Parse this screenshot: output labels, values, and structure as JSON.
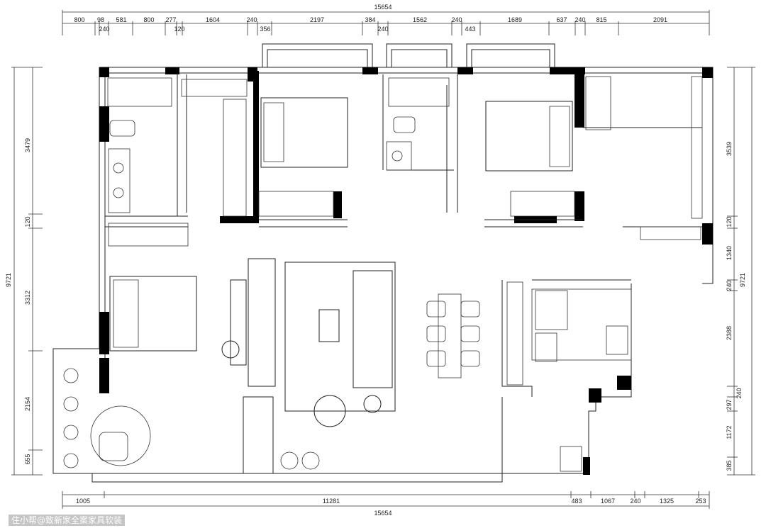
{
  "top_dims": {
    "total": "15654",
    "row1": [
      "800",
      "98",
      "581",
      "800",
      "277",
      "1604",
      "240",
      "2197",
      "384",
      "1562",
      "240",
      "1689",
      "637",
      "240",
      "815",
      "2091"
    ],
    "row2": [
      "240",
      "120",
      "356",
      "240",
      "443"
    ]
  },
  "left_dims": {
    "total": "9721",
    "segments": [
      "3479",
      "120",
      "3312",
      "2154",
      "655"
    ]
  },
  "right_dims": {
    "total": "9721",
    "segments": [
      "3539",
      "120",
      "1340",
      "240",
      "2388",
      "240",
      "297",
      "1172",
      "385"
    ]
  },
  "bottom_dims": {
    "total": "15654",
    "segments": [
      "1005",
      "11281",
      "483",
      "1067",
      "240",
      "1325",
      "253"
    ]
  },
  "watermark": "住小帮@致新家全案家具软装"
}
